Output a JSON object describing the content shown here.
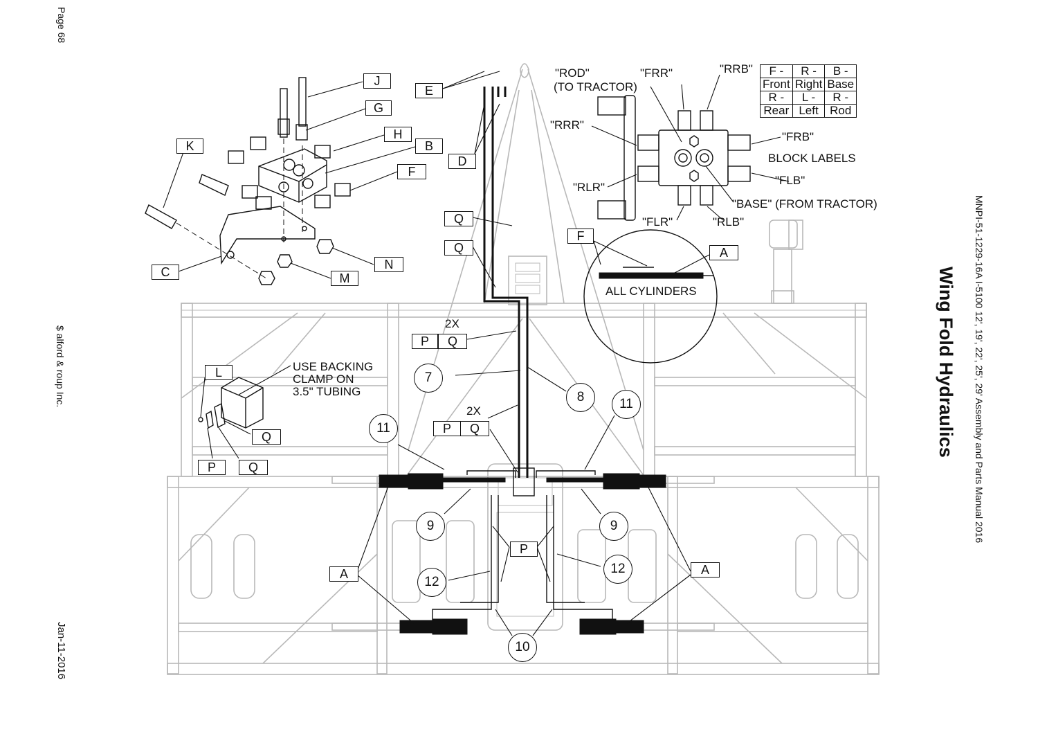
{
  "page": {
    "page_number": "Page 68",
    "company": "$ alford & roup Inc.",
    "date": "Jan-11-2016",
    "manual": "MNPI-51-1229-16A I-5100 12', 19', 22', 25', 29' Assembly and Parts Manual 2016",
    "title": "Wing Fold Hydraulics"
  },
  "block_legend": {
    "rows": [
      [
        "F -",
        "R -",
        "B -"
      ],
      [
        "Front",
        "Right",
        "Base"
      ],
      [
        "R -",
        "L -",
        "R -"
      ],
      [
        "Rear",
        "Left",
        "Rod"
      ]
    ]
  },
  "block_port_labels": {
    "rod": "\"ROD\"",
    "to_tractor": "(TO TRACTOR)",
    "frr": "\"FRR\"",
    "rrb": "\"RRB\"",
    "rrr": "\"RRR\"",
    "frb": "\"FRB\"",
    "block_labels": "BLOCK LABELS",
    "rlr": "\"RLR\"",
    "flb": "\"FLB\"",
    "base": "\"BASE\" (FROM TRACTOR)",
    "flr": "\"FLR\"",
    "rlb": "\"RLB\""
  },
  "notes": {
    "all_cylinders": "ALL CYLINDERS",
    "backing_clamp_1": "USE BACKING",
    "backing_clamp_2": "CLAMP ON",
    "backing_clamp_3": "3.5\" TUBING",
    "qty_2x_a": "2X",
    "qty_2x_b": "2X"
  },
  "callouts": {
    "J": "J",
    "G": "G",
    "H": "H",
    "B": "B",
    "F": "F",
    "K": "K",
    "C": "C",
    "N": "N",
    "M": "M",
    "E": "E",
    "D": "D",
    "Q": "Q",
    "P": "P",
    "L": "L",
    "A": "A",
    "n7": "7",
    "n8": "8",
    "n9": "9",
    "n10": "10",
    "n11": "11",
    "n12": "12"
  }
}
